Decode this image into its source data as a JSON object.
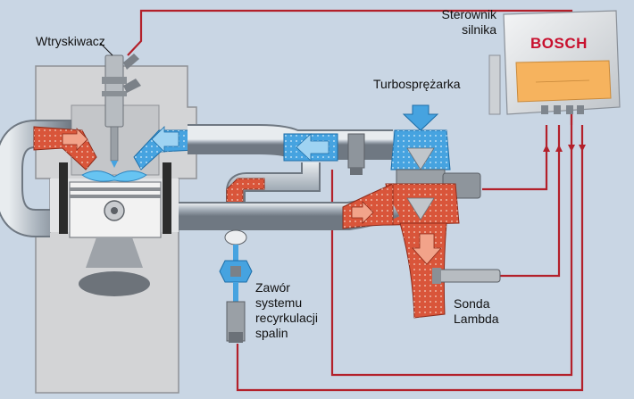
{
  "labels": {
    "injector": "Wtryskiwacz",
    "ecu_line1": "Sterownik",
    "ecu_line2": "silnika",
    "turbo": "Turbosprężarka",
    "egr_line1": "Zawór",
    "egr_line2": "systemu",
    "egr_line3": "recyrkulacji",
    "egr_line4": "spalin",
    "lambda_line1": "Sonda",
    "lambda_line2": "Lambda"
  },
  "ecu": {
    "logo": "BOSCH"
  },
  "colors": {
    "background": "#c9d6e4",
    "signal_wire": "#b3202a",
    "exhaust": "#d9553a",
    "intake": "#46a3e0",
    "pipe": "#a9b3bd",
    "engine": "#d3d4d6",
    "ecu_display": "#f6b35e"
  }
}
